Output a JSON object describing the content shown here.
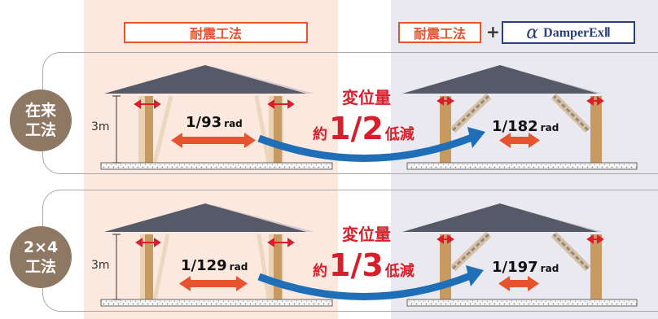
{
  "header": {
    "left_label": "耐震工法",
    "right_label": "耐震工法",
    "plus": "+",
    "alpha": "α",
    "damper_name": "DamperExⅡ"
  },
  "rows": [
    {
      "badge_line1": "在来",
      "badge_line2": "工法",
      "height_label": "3m",
      "left_value": "1/93",
      "right_value": "1/182",
      "unit": "rad",
      "center_title": "変位量",
      "center_prefix": "約",
      "center_ratio": "1/2",
      "center_suffix": "低減"
    },
    {
      "badge_line1": "2×4",
      "badge_line2": "工法",
      "height_label": "3m",
      "left_value": "1/129",
      "right_value": "1/197",
      "unit": "rad",
      "center_title": "変位量",
      "center_prefix": "約",
      "center_ratio": "1/3",
      "center_suffix": "低減"
    }
  ],
  "colors": {
    "accent_red": "#e8532f",
    "dark_red": "#d81e2a",
    "navy": "#2a3f7a",
    "badge_brown": "#8e7763",
    "arrow_blue": "#1f6fb8"
  }
}
